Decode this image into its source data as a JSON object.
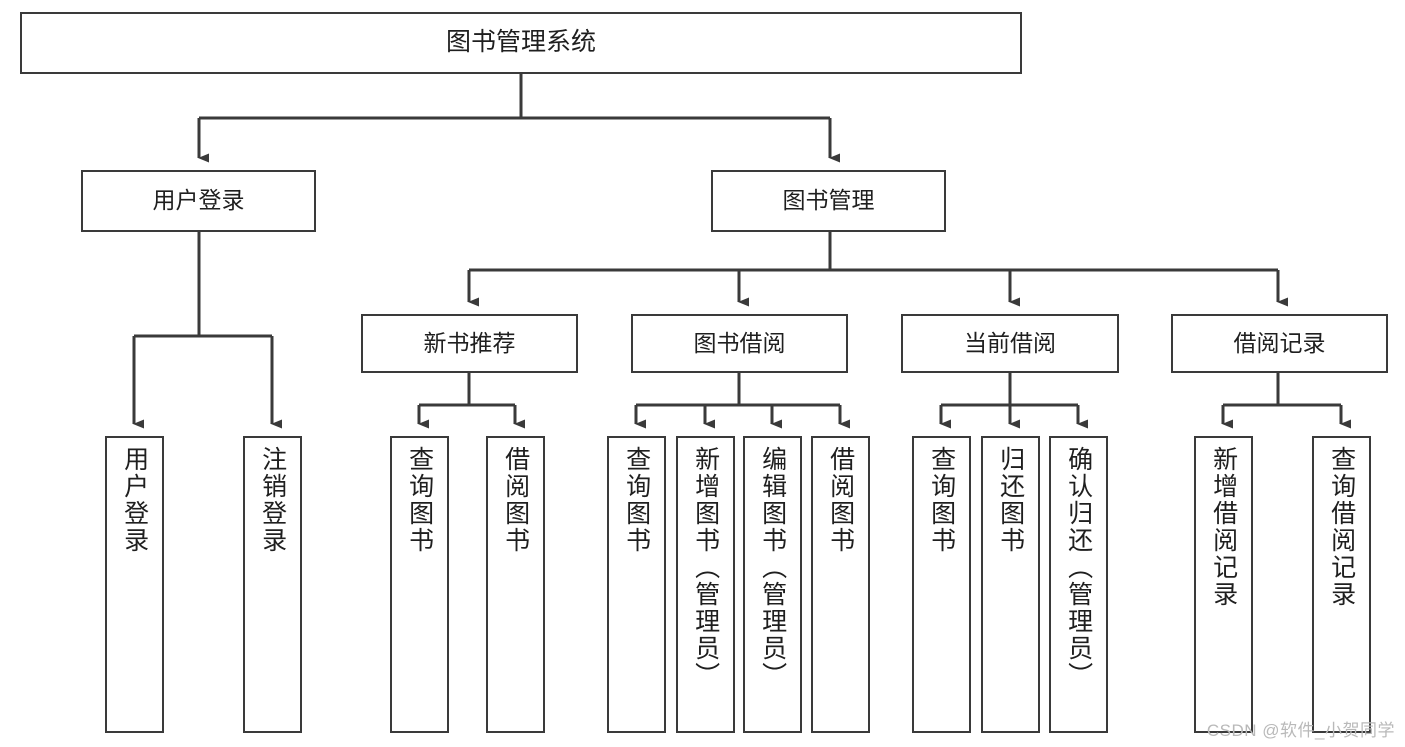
{
  "diagram": {
    "title": "图书管理系统",
    "type": "tree",
    "orientation": "top-down",
    "colors": {
      "box_border": "#3a3a3a",
      "box_fill": "#ffffff",
      "edge": "#3a3a3a",
      "text": "#1f1f1f",
      "watermark": "#b9b9b9",
      "background": "#ffffff"
    },
    "watermark": "CSDN @软件_小贺同学",
    "nodes": {
      "root": {
        "label": "图书管理系统"
      },
      "level2": [
        {
          "id": "user-login",
          "label": "用户登录"
        },
        {
          "id": "book-management",
          "label": "图书管理"
        }
      ],
      "level3": [
        {
          "id": "new-book-recommend",
          "label": "新书推荐"
        },
        {
          "id": "book-borrow",
          "label": "图书借阅"
        },
        {
          "id": "current-borrow",
          "label": "当前借阅"
        },
        {
          "id": "borrow-record",
          "label": "借阅记录"
        }
      ],
      "leaves": {
        "user_login": [
          {
            "id": "user-login-leaf",
            "label": "用户登录"
          },
          {
            "id": "logout-leaf",
            "label": "注销登录"
          }
        ],
        "new_book_recommend": [
          {
            "id": "query-book-1",
            "label": "查询图书"
          },
          {
            "id": "borrow-book-1",
            "label": "借阅图书"
          }
        ],
        "book_borrow": [
          {
            "id": "query-book-2",
            "label": "查询图书"
          },
          {
            "id": "add-book-admin",
            "label": "新增图书（管理员）"
          },
          {
            "id": "edit-book-admin",
            "label": "编辑图书（管理员）"
          },
          {
            "id": "borrow-book-2",
            "label": "借阅图书"
          }
        ],
        "current_borrow": [
          {
            "id": "query-book-3",
            "label": "查询图书"
          },
          {
            "id": "return-book",
            "label": "归还图书"
          },
          {
            "id": "confirm-return-admin",
            "label": "确认归还（管理员）"
          }
        ],
        "borrow_record": [
          {
            "id": "add-borrow-record",
            "label": "新增借阅记录"
          },
          {
            "id": "query-borrow-record",
            "label": "查询借阅记录"
          }
        ]
      }
    }
  }
}
